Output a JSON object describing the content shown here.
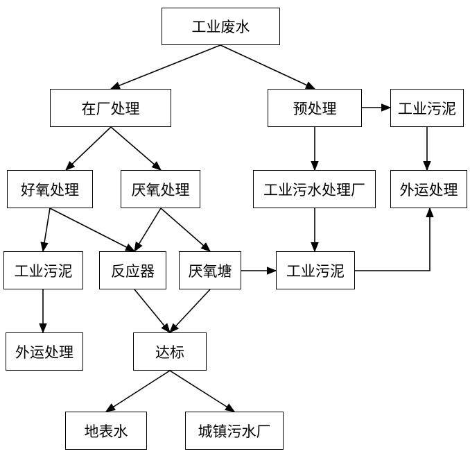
{
  "nodes": {
    "industrial_wastewater": "工业废水",
    "onsite_treatment": "在厂处理",
    "pretreatment": "预处理",
    "industrial_sludge_top": "工业污泥",
    "aerobic_treatment": "好氧处理",
    "anaerobic_treatment": "厌氧处理",
    "industrial_wwtp": "工业污水处理厂",
    "external_disposal_right": "外运处理",
    "industrial_sludge_left": "工业污泥",
    "reactor": "反应器",
    "anaerobic_pond": "厌氧塘",
    "industrial_sludge_mid": "工业污泥",
    "external_disposal_left": "外运处理",
    "compliance": "达标",
    "surface_water": "地表水",
    "municipal_wwtp": "城镇污水厂"
  },
  "edges": [
    [
      "industrial_wastewater",
      "onsite_treatment"
    ],
    [
      "industrial_wastewater",
      "pretreatment"
    ],
    [
      "pretreatment",
      "industrial_sludge_top"
    ],
    [
      "pretreatment",
      "industrial_wwtp"
    ],
    [
      "industrial_sludge_top",
      "external_disposal_right"
    ],
    [
      "onsite_treatment",
      "aerobic_treatment"
    ],
    [
      "onsite_treatment",
      "anaerobic_treatment"
    ],
    [
      "industrial_wwtp",
      "industrial_sludge_mid"
    ],
    [
      "industrial_sludge_mid",
      "external_disposal_right"
    ],
    [
      "aerobic_treatment",
      "industrial_sludge_left"
    ],
    [
      "aerobic_treatment",
      "reactor"
    ],
    [
      "anaerobic_treatment",
      "reactor"
    ],
    [
      "anaerobic_treatment",
      "anaerobic_pond"
    ],
    [
      "anaerobic_pond",
      "industrial_sludge_mid"
    ],
    [
      "industrial_sludge_left",
      "external_disposal_left"
    ],
    [
      "reactor",
      "compliance"
    ],
    [
      "anaerobic_pond",
      "compliance"
    ],
    [
      "compliance",
      "surface_water"
    ],
    [
      "compliance",
      "municipal_wwtp"
    ]
  ]
}
